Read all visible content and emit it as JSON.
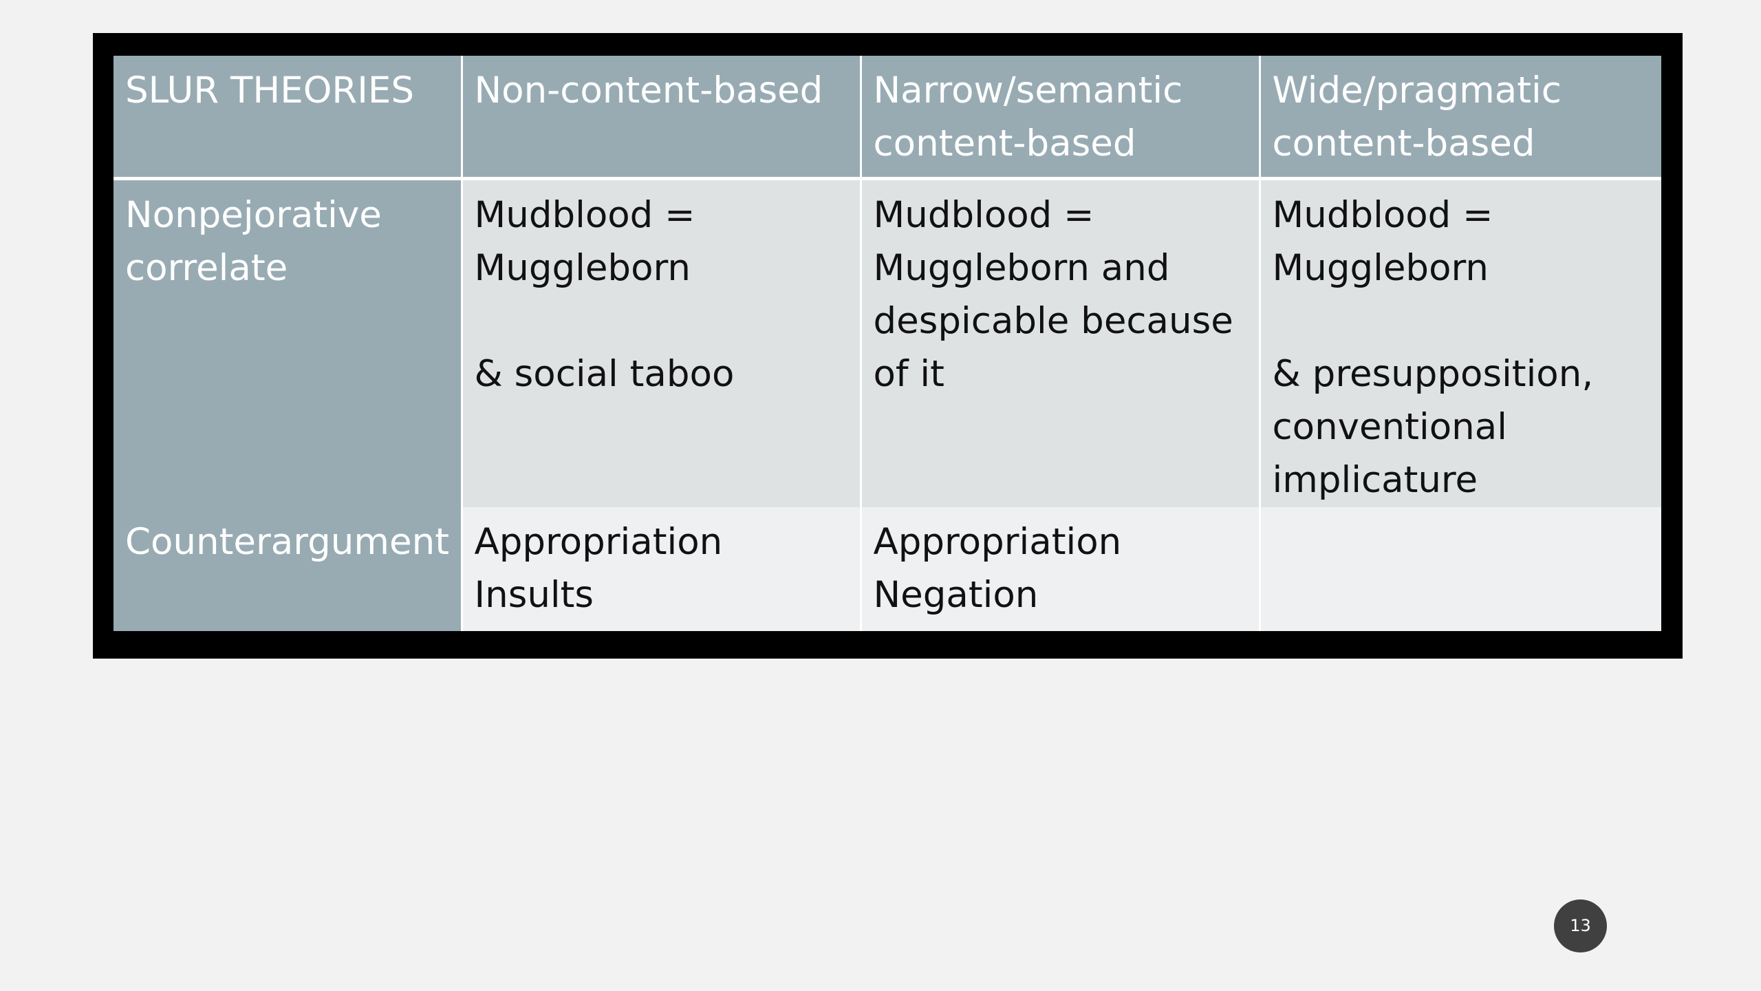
{
  "table": {
    "header": {
      "corner": "SLUR THEORIES",
      "columns": [
        [
          "Non-content-based"
        ],
        [
          "Narrow/semantic",
          "content-based"
        ],
        [
          "Wide/pragmatic",
          "content-based"
        ]
      ]
    },
    "rows": [
      {
        "label": [
          "Nonpejorative",
          "correlate"
        ],
        "cells": [
          [
            "Mudblood =",
            "Muggleborn",
            "",
            "& social taboo"
          ],
          [
            "Mudblood =",
            "Muggleborn and",
            "despicable because",
            "of it"
          ],
          [
            "Mudblood =",
            "Muggleborn",
            "",
            "& presupposition,",
            "conventional",
            "implicature"
          ]
        ]
      },
      {
        "label": [
          "Counterargument"
        ],
        "cells": [
          [
            "Appropriation",
            "Insults"
          ],
          [
            "Appropriation",
            "Negation"
          ],
          []
        ]
      }
    ]
  },
  "slide": {
    "page_number": "13"
  },
  "colors": {
    "header_bg": "#98abb3",
    "row1_bg": "#dfe2e3",
    "row2_bg": "#eff0f1",
    "frame": "#000000",
    "page_badge": "#404040"
  }
}
